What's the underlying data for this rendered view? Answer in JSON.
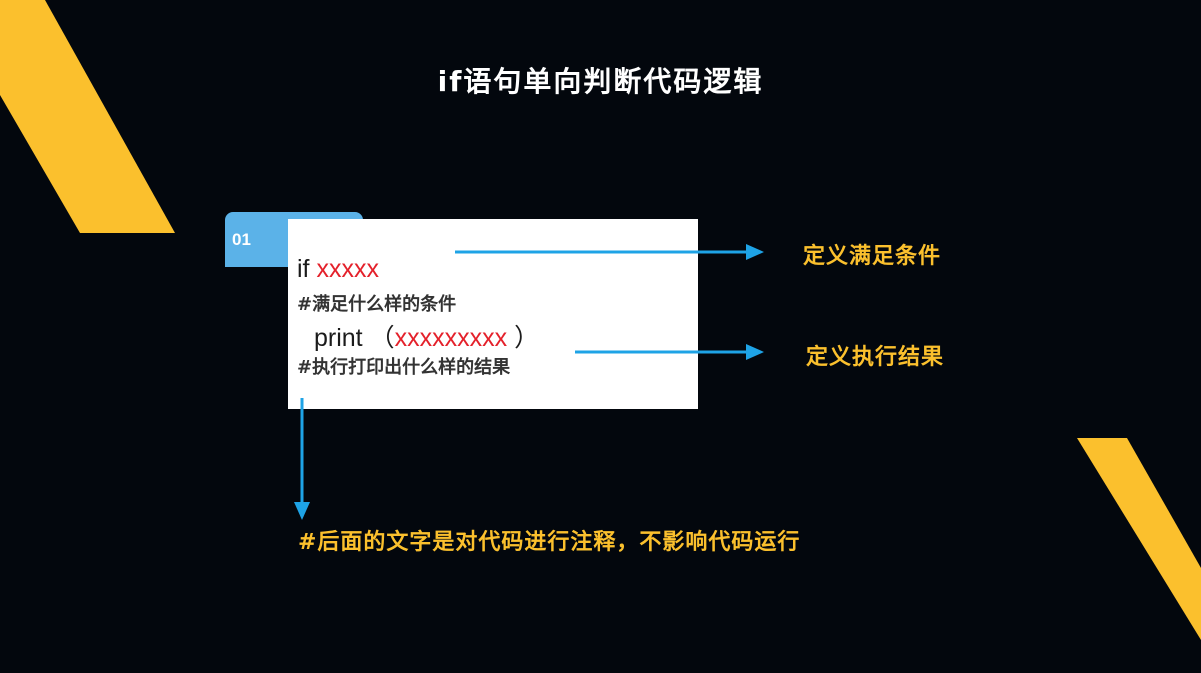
{
  "title": "if语句单向判断代码逻辑",
  "badge_number": "01",
  "code": {
    "if_keyword": "if",
    "if_condition": "xxxxx",
    "comment_condition": "#满足什么样的条件",
    "print_keyword": "print",
    "print_open_paren": "（",
    "print_arg": "xxxxxxxxx",
    "print_close_paren": "）",
    "comment_result": "#执行打印出什么样的结果"
  },
  "annotations": {
    "condition_label": "定义满足条件",
    "result_label": "定义执行结果",
    "comment_note": "#后面的文字是对代码进行注释，不影响代码运行"
  },
  "colors": {
    "background": "#03070d",
    "accent_yellow": "#fbc02d",
    "arrow_blue": "#1ea3e6",
    "tab_blue": "#5bb2e8",
    "code_red": "#e4212b"
  }
}
